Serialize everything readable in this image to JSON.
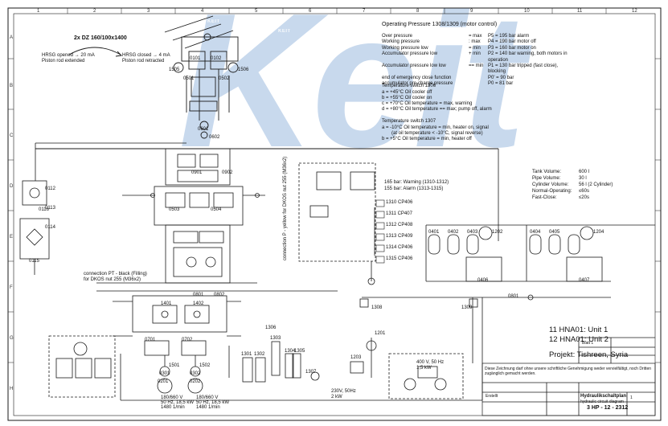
{
  "watermark": {
    "text": "Keit",
    "tile_text": "KEIT"
  },
  "drawing": {
    "cylinder_title": "2x DZ 160/100x1400",
    "cylinder_left_note": [
      "HRSG opened → 20 mA",
      "Piston rod extended"
    ],
    "cylinder_right_note": [
      "HRSG closed → 4 mA",
      "Piston rod retracted"
    ],
    "operating_pressure": {
      "title": "Operating Pressure 1308/1309 (motor control)",
      "rows": [
        {
          "label": "Over pressure",
          "cond": "= max",
          "value": "P5 = 195 bar alarm"
        },
        {
          "label": "Working pressure",
          "cond": ": max",
          "value": "P4 = 190 bar motor off"
        },
        {
          "label": "Working pressure low",
          "cond": "= min",
          "value": "P3 = 160 bar motor on"
        },
        {
          "label": "Accumulator pressure low",
          "cond": "+ min",
          "value": "P2 = 140 bar warning, both motors in operation"
        },
        {
          "label": "Accumulator pressure low low",
          "cond": "== min",
          "value": "P1 = 130 bar tripped (fast close), blocking"
        },
        {
          "label": "end of emergency close function",
          "cond": "",
          "value": "P0' = 90 bar"
        },
        {
          "label": "accumulator pre-charge pressure",
          "cond": "",
          "value": "P0 = 81 bar"
        }
      ]
    },
    "temp_switch_1306": {
      "title": "Temperature switch 1306",
      "rows": [
        "a = +45°C  Oil cooler off",
        "b = +55°C  Oil cooler on",
        "c = +70°C  Oil temperature = max, warning",
        "d = +80°C  Oil temperature == max; pump off, alarm"
      ]
    },
    "temp_switch_1307": {
      "title": "Temperature switch 1307",
      "rows": [
        "a = -10°C  Oil temperature = min, heater on, signal",
        "(at oil temperature < -10°C, signal reverse)",
        "b = +5°C  Oil temperature = min, heater off"
      ]
    },
    "tank_info": {
      "rows": [
        {
          "label": "Tank Volume:",
          "value": "600 l"
        },
        {
          "label": "Pipe Volume:",
          "value": "30 l"
        },
        {
          "label": "Cylinder Volume:",
          "value": "56 l  (2 Cylinder)"
        },
        {
          "label": "Normal-Operating:",
          "value": "≤60s"
        },
        {
          "label": "Fast-Close:",
          "value": "≤20s"
        }
      ]
    },
    "warnings": [
      "165 bar: Warning (1310-1312)",
      "155 bar: Alarm (1313-1315)"
    ],
    "units": [
      "11 HNA01: Unit 1",
      "12 HNA01: Unit 2"
    ],
    "project": "Projekt: Tishreen, Syria",
    "connection_pt": [
      "connection PT - black (Filling)",
      "for DKOS nut 255 (M36x2)"
    ],
    "connection_vert": "connection P - yellow for DKOS nut 255 (M36x2)",
    "pressure_switches": [
      "1310 CP406",
      "1311 CP407",
      "1312 CP408",
      "1313 CP409",
      "1314 CP406",
      "1315 CP406"
    ],
    "motor_left": [
      "180/660 V",
      "50 Hz, 18,5 kW",
      "1480 1/min"
    ],
    "motor_right": [
      "180/660 V",
      "50 Hz, 18,5 kW",
      "1480 1/min"
    ],
    "heater": [
      "230V, 50Hz",
      "2 kW"
    ],
    "cooler_fan": [
      "400 V, 50 Hz",
      "1,5 kW"
    ],
    "component_ids": [
      "0101",
      "0102",
      "0501",
      "0502",
      "1505",
      "1506",
      "0601",
      "0602",
      "0901",
      "0902",
      "0503",
      "0504",
      "0112",
      "0113",
      "0114",
      "0115",
      "0116",
      "0301",
      "0302",
      "0401",
      "0402",
      "0403",
      "0404",
      "0405",
      "0406",
      "0407",
      "1201",
      "1202",
      "1203",
      "1204",
      "1301",
      "1302",
      "1303",
      "1304",
      "1305",
      "1306",
      "1307",
      "1308",
      "1309",
      "1401",
      "1402",
      "1501",
      "1502",
      "0701",
      "0702",
      "0801",
      "0802",
      "0201",
      "0202",
      "0801"
    ],
    "title_block": {
      "drawing_title": "Hydraulikschaltplan",
      "drawing_subtitle": "hydraulic circuit diagram",
      "drawing_number": "3 HP - 12 - 2312",
      "sheet": "Blatt 1",
      "revision": "1",
      "company_small": "Erstellt",
      "note": "Diese Zeichnung darf ohne unsere schriftliche Genehmigung weder vervielfältigt, noch Dritten zugänglich gemacht werden."
    },
    "column_numbers": [
      "1",
      "2",
      "3",
      "4",
      "5",
      "6",
      "7",
      "8",
      "9",
      "10",
      "11",
      "12"
    ],
    "row_letters": [
      "A",
      "B",
      "C",
      "D",
      "E",
      "F",
      "G",
      "H"
    ]
  }
}
